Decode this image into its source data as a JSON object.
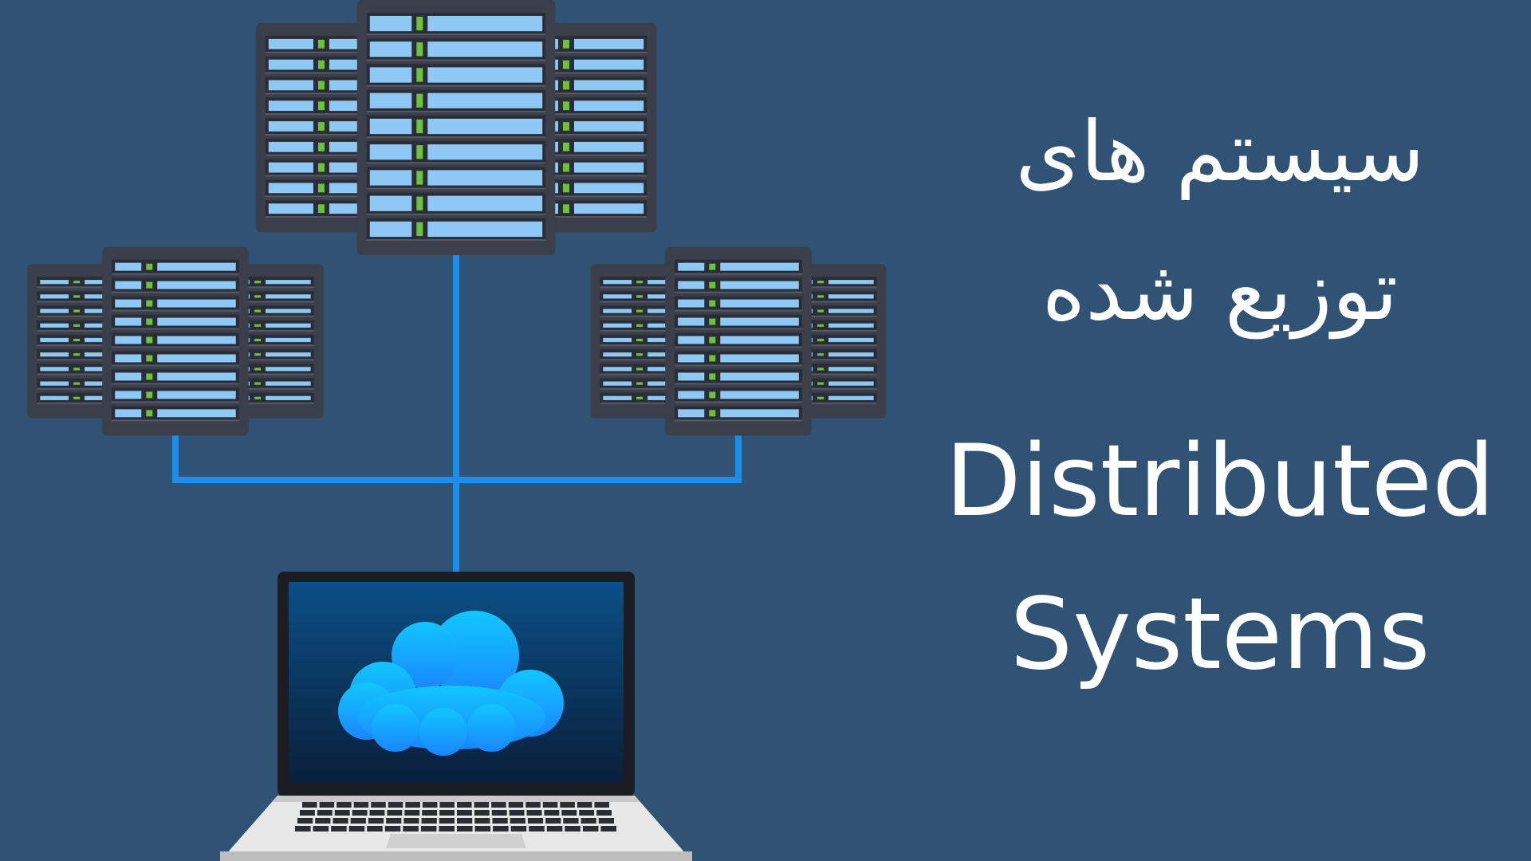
{
  "title": {
    "fa_line1": "سیستم های",
    "fa_line2": "توزیع شده",
    "en_line1": "Distributed",
    "en_line2": "Systems"
  },
  "colors": {
    "background": "#305275",
    "text": "#ffffff",
    "connector": "#1a8ee8",
    "server_body": "#3b3f4a",
    "server_panel": "#2a2d36",
    "drive_bar": "#8ec9f5",
    "led": "#6bc33a",
    "laptop_bezel": "#1b1d22",
    "laptop_base": "#e6e6e6",
    "cloud": "#1e9cff"
  },
  "icons": [
    "server-rack-icon",
    "laptop-icon",
    "cloud-icon"
  ]
}
